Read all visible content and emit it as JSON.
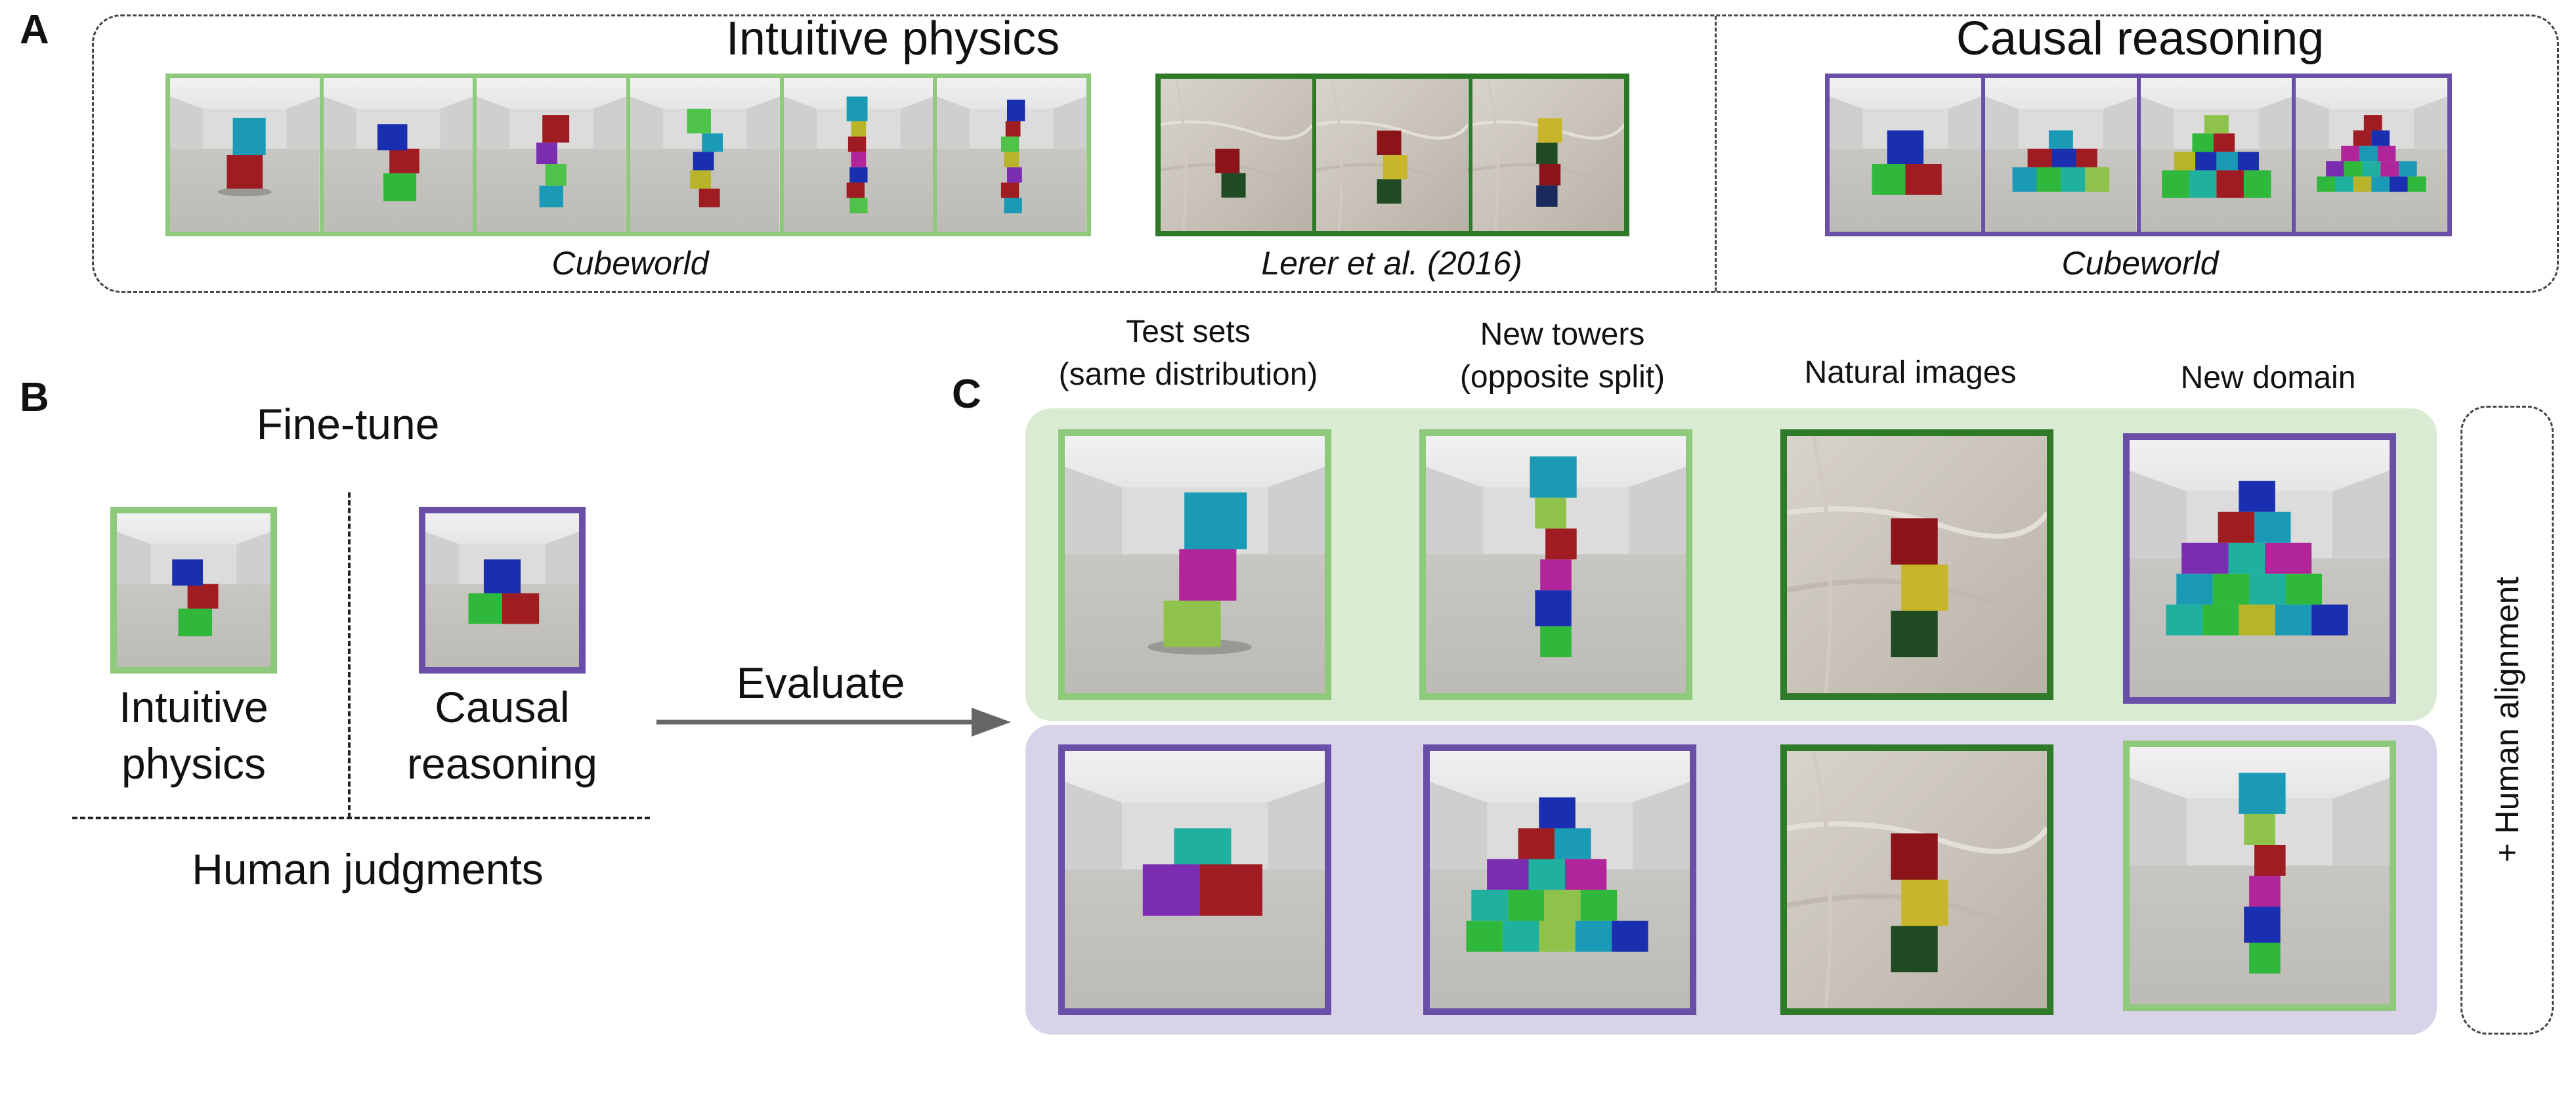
{
  "panels": {
    "a": "A",
    "b": "B",
    "c": "C"
  },
  "panel_a": {
    "intuitive_title": "Intuitive physics",
    "causal_title": "Causal reasoning",
    "caption_cubeworld_1": "Cubeworld",
    "caption_lerer": "Lerer et al. (2016)",
    "caption_cubeworld_2": "Cubeworld"
  },
  "panel_b": {
    "finetune": "Fine-tune",
    "intuitive_line1": "Intuitive",
    "intuitive_line2": "physics",
    "causal_line1": "Causal",
    "causal_line2": "reasoning",
    "human": "Human judgments",
    "evaluate": "Evaluate"
  },
  "panel_c": {
    "columns": [
      {
        "line1": "Test sets",
        "line2": "(same distribution)"
      },
      {
        "line1": "New towers",
        "line2": "(opposite split)"
      },
      {
        "line1": "Natural images",
        "line2": ""
      },
      {
        "line1": "New domain",
        "line2": ""
      }
    ],
    "side_label": "+ Human alignment"
  },
  "colors": {
    "light_green": "#8ec97c",
    "dark_green": "#2f7a28",
    "purple": "#6a4fa9",
    "row_green_bg": "#d9ebd2",
    "row_purple_bg": "#d9d3ea"
  }
}
